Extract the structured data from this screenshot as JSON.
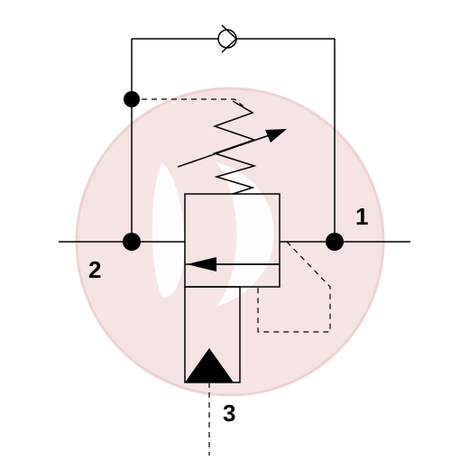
{
  "ports": {
    "port_1": "1",
    "port_2": "2",
    "port_3": "3"
  },
  "colors": {
    "line": "#000000",
    "watermark": "#f3dcdc"
  },
  "icons": {
    "check_valve": "check-valve-icon",
    "spring": "adjustable-spring-icon",
    "pilot_triangle": "pilot-triangle-icon"
  }
}
